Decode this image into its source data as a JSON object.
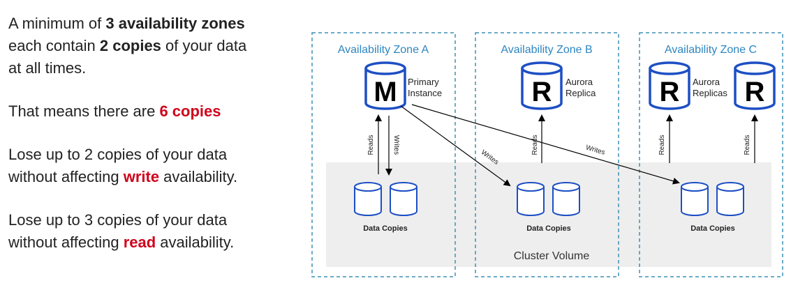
{
  "text_panel": {
    "p1": {
      "a": "A minimum of ",
      "b": "3 availability zones",
      "c": "each contain ",
      "d": "2 copies",
      "e": " of your data",
      "f": "at all times."
    },
    "p2": {
      "a": "That means there are ",
      "b": "6 copies"
    },
    "p3": {
      "a": "Lose up to 2 copies of your data",
      "b": "without affecting ",
      "c": "write",
      "d": " availability."
    },
    "p4": {
      "a": "Lose up to 3 copies of your data",
      "b": "without affecting ",
      "c": "read",
      "d": " availability."
    }
  },
  "diagram": {
    "zones": [
      {
        "title": "Availability Zone A"
      },
      {
        "title": "Availability Zone B"
      },
      {
        "title": "Availability Zone C"
      }
    ],
    "primary": {
      "letter": "M",
      "label_line1": "Primary",
      "label_line2": "Instance"
    },
    "replica_b": {
      "letter": "R",
      "label_line1": "Aurora",
      "label_line2": "Replica"
    },
    "replicas_c": {
      "letter_left": "R",
      "letter_right": "R",
      "label_line1": "Aurora",
      "label_line2": "Replicas"
    },
    "arrow_labels": {
      "reads": "Reads",
      "writes": "Writes"
    },
    "data_copies_label": "Data Copies",
    "cluster_volume_label": "Cluster Volume"
  },
  "colors": {
    "accent_red": "#d0021b",
    "zone_border": "#3d8fb5",
    "zone_title": "#2e86c1",
    "cylinder_blue": "#1d4fc4",
    "volume_fill": "#eeeeee"
  }
}
